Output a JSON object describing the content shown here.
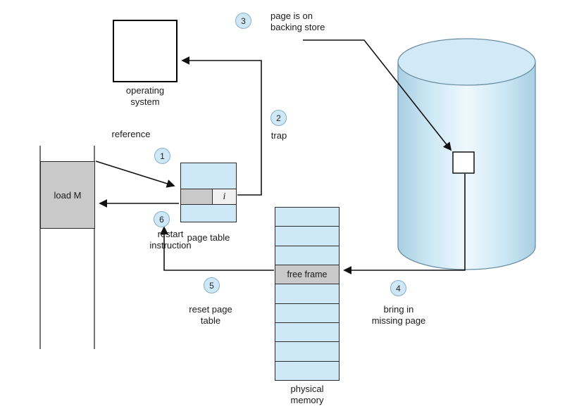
{
  "nodes": {
    "operating_system": {
      "line1": "operating",
      "line2": "system"
    },
    "load_m": {
      "label": "load M"
    },
    "page_table": {
      "label": "page table",
      "invalid_bit": "i"
    },
    "physical_memory": {
      "line1": "physical",
      "line2": "memory",
      "free_frame_label": "free frame"
    }
  },
  "steps": [
    {
      "num": "1",
      "lines": [
        "reference"
      ]
    },
    {
      "num": "2",
      "lines": [
        "trap"
      ]
    },
    {
      "num": "3",
      "lines": [
        "page is on",
        "backing store"
      ]
    },
    {
      "num": "4",
      "lines": [
        "bring in",
        "missing page"
      ]
    },
    {
      "num": "5",
      "lines": [
        "reset page",
        "table"
      ]
    },
    {
      "num": "6",
      "lines": [
        "restart",
        "instruction"
      ]
    }
  ],
  "colors": {
    "node_fill": "#cfe8f8",
    "highlight_gray": "#c9c9c9",
    "cylinder_edge": "#6c8fa3",
    "line": "#111111",
    "circle_border": "#85aec6"
  }
}
